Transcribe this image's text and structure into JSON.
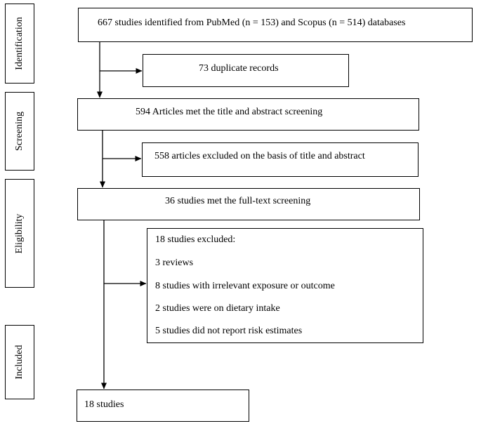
{
  "phases": {
    "identification": "Identification",
    "screening": "Screening",
    "eligibility": "Eligibility",
    "included": "Included"
  },
  "boxes": {
    "identified": "667 studies identified from PubMed (n = 153) and Scopus (n = 514) databases",
    "duplicates": "73 duplicate records",
    "title_abstract_screening": "594 Articles met the title and abstract screening",
    "excluded_title_abstract": "558 articles excluded on the basis of title and abstract",
    "full_text_screening": "36 studies met the full-text screening",
    "excluded_full_text": {
      "heading": "18 studies excluded:",
      "reasons": [
        "3 reviews",
        "8 studies with irrelevant exposure or outcome",
        "2 studies were on dietary intake",
        "5 studies did not report risk estimates"
      ]
    },
    "included": "18 studies"
  }
}
